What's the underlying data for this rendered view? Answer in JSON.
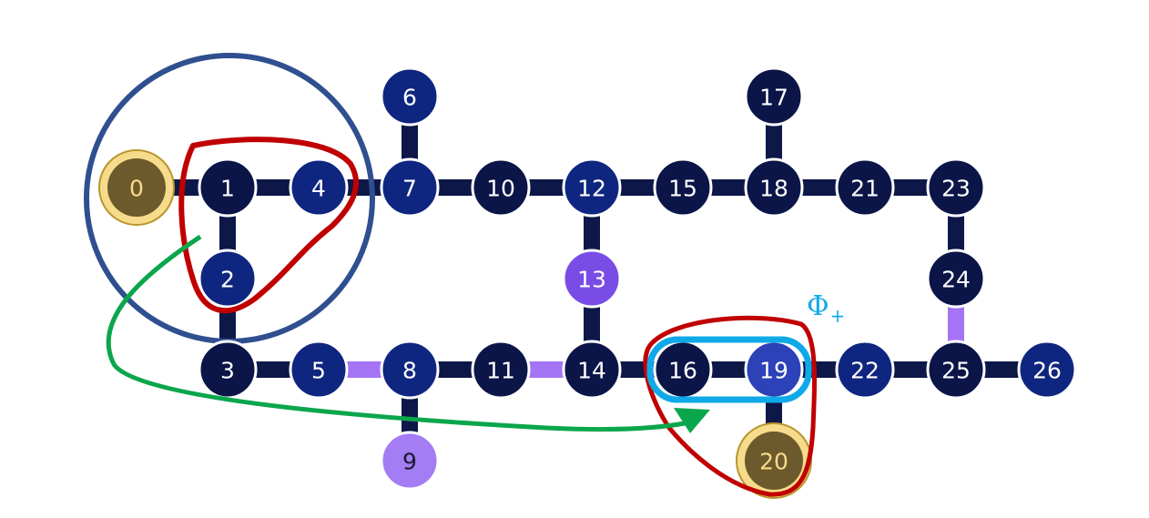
{
  "diagram": {
    "colors": {
      "background": "#ffffff",
      "edge_default": "#0d1748",
      "edge_purple": "#a574f5",
      "node_dark": "#0b1547",
      "node_navy": "#0f2680",
      "node_blue": "#2d41b8",
      "node_violet": "#7a4ce6",
      "node_lilac": "#a47cf4",
      "node_gold": "#6c5a2c",
      "gold_ring": "#f7db8c",
      "red_outline": "#c00000",
      "blue_circle": "#2f4f8f",
      "cyan_outline": "#10a9e8",
      "green_arrow": "#0aa64c"
    },
    "nodes": [
      {
        "id": "0",
        "fill": "node_gold",
        "text": "gold_ring",
        "halo": true
      },
      {
        "id": "1",
        "fill": "node_dark"
      },
      {
        "id": "2",
        "fill": "node_navy"
      },
      {
        "id": "3",
        "fill": "node_dark"
      },
      {
        "id": "4",
        "fill": "node_navy"
      },
      {
        "id": "5",
        "fill": "node_navy"
      },
      {
        "id": "6",
        "fill": "node_navy"
      },
      {
        "id": "7",
        "fill": "node_navy"
      },
      {
        "id": "8",
        "fill": "node_navy"
      },
      {
        "id": "9",
        "fill": "node_lilac",
        "text_dark": true
      },
      {
        "id": "10",
        "fill": "node_dark"
      },
      {
        "id": "11",
        "fill": "node_dark"
      },
      {
        "id": "12",
        "fill": "node_navy"
      },
      {
        "id": "13",
        "fill": "node_violet"
      },
      {
        "id": "14",
        "fill": "node_dark"
      },
      {
        "id": "15",
        "fill": "node_dark"
      },
      {
        "id": "16",
        "fill": "node_dark"
      },
      {
        "id": "17",
        "fill": "node_dark"
      },
      {
        "id": "18",
        "fill": "node_dark"
      },
      {
        "id": "19",
        "fill": "node_blue"
      },
      {
        "id": "20",
        "fill": "node_gold",
        "text": "gold_ring",
        "halo": true
      },
      {
        "id": "21",
        "fill": "node_dark"
      },
      {
        "id": "22",
        "fill": "node_navy"
      },
      {
        "id": "23",
        "fill": "node_dark"
      },
      {
        "id": "24",
        "fill": "node_dark"
      },
      {
        "id": "25",
        "fill": "node_dark"
      },
      {
        "id": "26",
        "fill": "node_navy"
      }
    ],
    "edges": [
      [
        "0",
        "1"
      ],
      [
        "1",
        "4"
      ],
      [
        "4",
        "7"
      ],
      [
        "7",
        "10"
      ],
      [
        "10",
        "12"
      ],
      [
        "12",
        "15"
      ],
      [
        "15",
        "18"
      ],
      [
        "18",
        "21"
      ],
      [
        "21",
        "23"
      ],
      [
        "6",
        "7"
      ],
      [
        "17",
        "18"
      ],
      [
        "1",
        "2"
      ],
      [
        "2",
        "3"
      ],
      [
        "12",
        "13"
      ],
      [
        "13",
        "14"
      ],
      [
        "23",
        "24"
      ],
      [
        "3",
        "5"
      ],
      [
        "8",
        "11"
      ],
      [
        "14",
        "16"
      ],
      [
        "16",
        "19"
      ],
      [
        "19",
        "22"
      ],
      [
        "22",
        "25"
      ],
      [
        "25",
        "26"
      ],
      [
        "8",
        "9"
      ],
      [
        "19",
        "20"
      ]
    ],
    "purple_edges": [
      [
        "5",
        "8"
      ],
      [
        "11",
        "14"
      ],
      [
        "24",
        "25"
      ]
    ],
    "annotation": {
      "phi_symbol": "Φ",
      "phi_subscript": "+"
    }
  }
}
